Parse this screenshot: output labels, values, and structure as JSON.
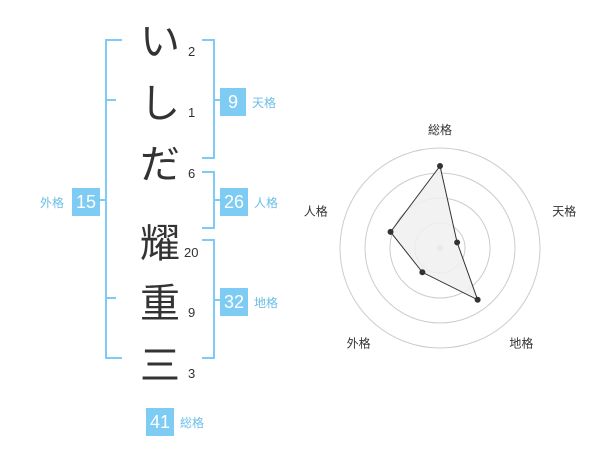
{
  "name": {
    "chars": [
      "い",
      "し",
      "だ",
      "耀",
      "重",
      "三"
    ],
    "strokes": [
      "2",
      "1",
      "6",
      "20",
      "9",
      "3"
    ]
  },
  "kakusu": {
    "tenkaku": {
      "label": "天格",
      "value": "9"
    },
    "jinkaku": {
      "label": "人格",
      "value": "26"
    },
    "chikaku": {
      "label": "地格",
      "value": "32"
    },
    "gaikaku": {
      "label": "外格",
      "value": "15"
    },
    "soukaku": {
      "label": "総格",
      "value": "41"
    }
  },
  "chart_data": {
    "type": "radar",
    "axes": [
      "総格",
      "天格",
      "地格",
      "外格",
      "人格"
    ],
    "values": [
      41,
      9,
      32,
      15,
      26
    ],
    "rings": 4,
    "grid": true,
    "colors": {
      "fill": "#f0f0f0",
      "line": "#333333",
      "grid": "#cccccc"
    }
  },
  "colors": {
    "accent": "#7ecbf4",
    "accent_text": "#6bbde8"
  }
}
